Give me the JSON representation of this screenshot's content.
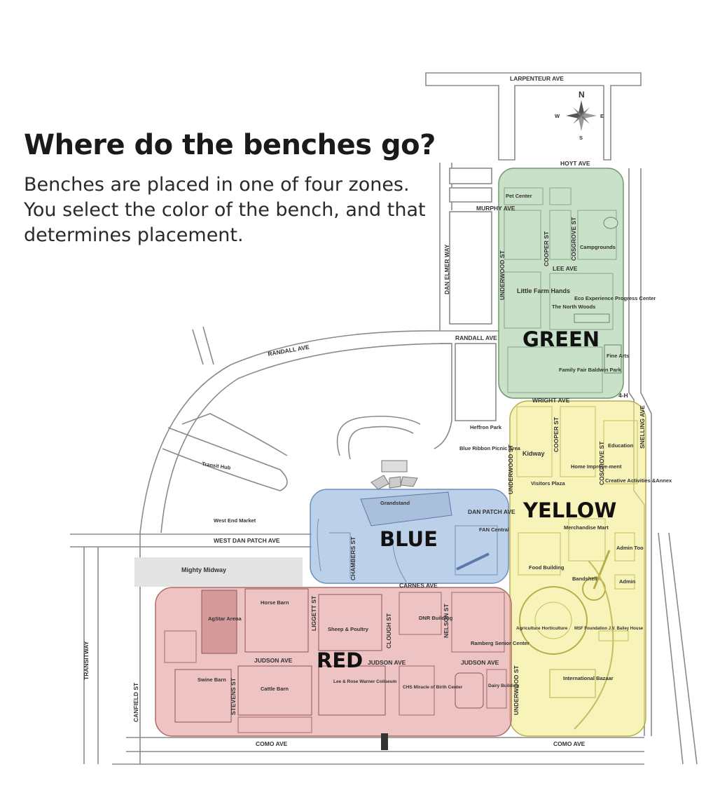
{
  "header": {
    "title": "Where do the benches go?",
    "subtitle": "Benches are placed in one of four zones. You select the color of the bench, and that determines placement."
  },
  "zones": {
    "green": {
      "label": "GREEN",
      "color": "#9cc99a"
    },
    "yellow": {
      "label": "YELLOW",
      "color": "#f4ec8a"
    },
    "blue": {
      "label": "BLUE",
      "color": "#8fb0da"
    },
    "red": {
      "label": "RED",
      "color": "#e19b9b"
    }
  },
  "compass": {
    "n": "N",
    "s": "S",
    "e": "E",
    "w": "W"
  },
  "roads": {
    "larpenteur": "LARPENTEUR AVE",
    "hoyt": "HOYT AVE",
    "murphy": "MURPHY AVE",
    "lee": "LEE AVE",
    "randall_east": "RANDALL AVE",
    "randall_west": "RANDALL AVE",
    "wright": "WRIGHT AVE",
    "dan_patch": "DAN PATCH AVE",
    "west_dan_patch": "WEST DAN PATCH AVE",
    "carnes": "CARNES AVE",
    "judson_1": "JUDSON AVE",
    "judson_2": "JUDSON AVE",
    "judson_3": "JUDSON AVE",
    "como_1": "COMO AVE",
    "como_2": "COMO AVE",
    "dan_elmer": "DAN ELMER WAY",
    "underwood_1": "UNDERWOOD ST",
    "underwood_2": "UNDERWOOD ST",
    "underwood_3": "UNDERWOOD ST",
    "cooper_1": "COOPER ST",
    "cooper_2": "COOPER ST",
    "cosgrove_1": "COSGROVE ST",
    "cosgrove_2": "COSGROVE ST",
    "snelling": "SNELLING AVE",
    "chambers": "CHAMBERS ST",
    "liggett": "LIGGETT ST",
    "clough": "CLOUGH ST",
    "nelson": "NELSON ST",
    "stevens": "STEVENS ST",
    "canfield": "CANFIELD ST",
    "transitway": "TRANSITWAY",
    "four_h": "4-H"
  },
  "places": {
    "pet_center": "Pet Center",
    "campgrounds": "Campgrounds",
    "little_farm_hands": "Little Farm Hands",
    "eco_center": "Eco Experience Progress Center",
    "north_woods": "The North Woods",
    "fine_arts": "Fine Arts",
    "family_fair": "Family Fair Baldwin Park",
    "heffron_park": "Heffron Park",
    "blue_ribbon": "Blue Ribbon Picnic Area",
    "kidway": "Kidway",
    "education": "Education",
    "home_improvement": "Home Improve-ment",
    "visitors_plaza": "Visitors Plaza",
    "creative_activities": "Creative Activities &Annex",
    "transit_hub": "Transit Hub",
    "grandstand": "Grandstand",
    "west_end_market": "West End Market",
    "fan_central": "FAN Central",
    "merchandise_mart": "Merchandise Mart",
    "admin_too": "Admin Too",
    "mighty_midway": "Mighty Midway",
    "food_building": "Food Building",
    "bandshell": "Bandshell",
    "admin": "Admin",
    "horse_barn": "Horse Barn",
    "agstar_arena": "AgStar Arena",
    "sheep_poultry": "Sheep & Poultry",
    "dnr_building": "DNR Building",
    "ramberg": "Ramberg Senior Center",
    "agri_horti": "Agriculture Horticulture",
    "msf_foundation": "MSF Foundation J.V. Bailey House",
    "swine_barn": "Swine Barn",
    "cattle_barn": "Cattle Barn",
    "coliseum": "Lee & Rose Warner Coliseum",
    "chs_miracle": "CHS Miracle of Birth Center",
    "dairy_building": "Dairy Building",
    "intl_bazaar": "International Bazaar"
  }
}
